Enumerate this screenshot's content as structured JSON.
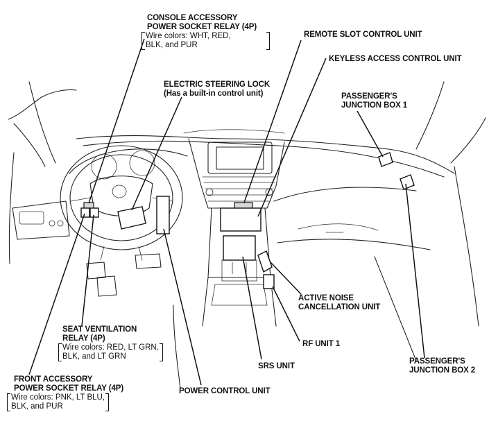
{
  "labels": {
    "console_relay": {
      "lines": [
        "CONSOLE ACCESSORY",
        "POWER SOCKET RELAY (4P)"
      ],
      "wire": [
        "Wire colors: WHT, RED,",
        "BLK, and PUR"
      ]
    },
    "electric_steering_lock": {
      "lines": [
        "ELECTRIC STEERING LOCK",
        "(Has a built-in control unit)"
      ]
    },
    "remote_slot": {
      "lines": [
        "REMOTE SLOT CONTROL UNIT"
      ]
    },
    "keyless_access": {
      "lines": [
        "KEYLESS ACCESS CONTROL UNIT"
      ]
    },
    "passenger_jb1": {
      "lines": [
        "PASSENGER'S",
        "JUNCTION BOX 1"
      ]
    },
    "active_noise": {
      "lines": [
        "ACTIVE NOISE",
        "CANCELLATION UNIT"
      ]
    },
    "seat_ventilation": {
      "lines": [
        "SEAT VENTILATION",
        "RELAY (4P)"
      ],
      "wire": [
        "Wire colors: RED, LT GRN,",
        "BLK, and LT GRN"
      ]
    },
    "rf_unit": {
      "lines": [
        "RF UNIT 1"
      ]
    },
    "srs_unit": {
      "lines": [
        "SRS UNIT"
      ]
    },
    "passenger_jb2": {
      "lines": [
        "PASSENGER'S",
        "JUNCTION BOX 2"
      ]
    },
    "front_relay": {
      "lines": [
        "FRONT ACCESSORY",
        "POWER SOCKET RELAY (4P)"
      ],
      "wire": [
        "Wire colors: PNK, LT BLU,",
        "BLK, and PUR"
      ]
    },
    "power_control": {
      "lines": [
        "POWER CONTROL UNIT"
      ]
    }
  }
}
